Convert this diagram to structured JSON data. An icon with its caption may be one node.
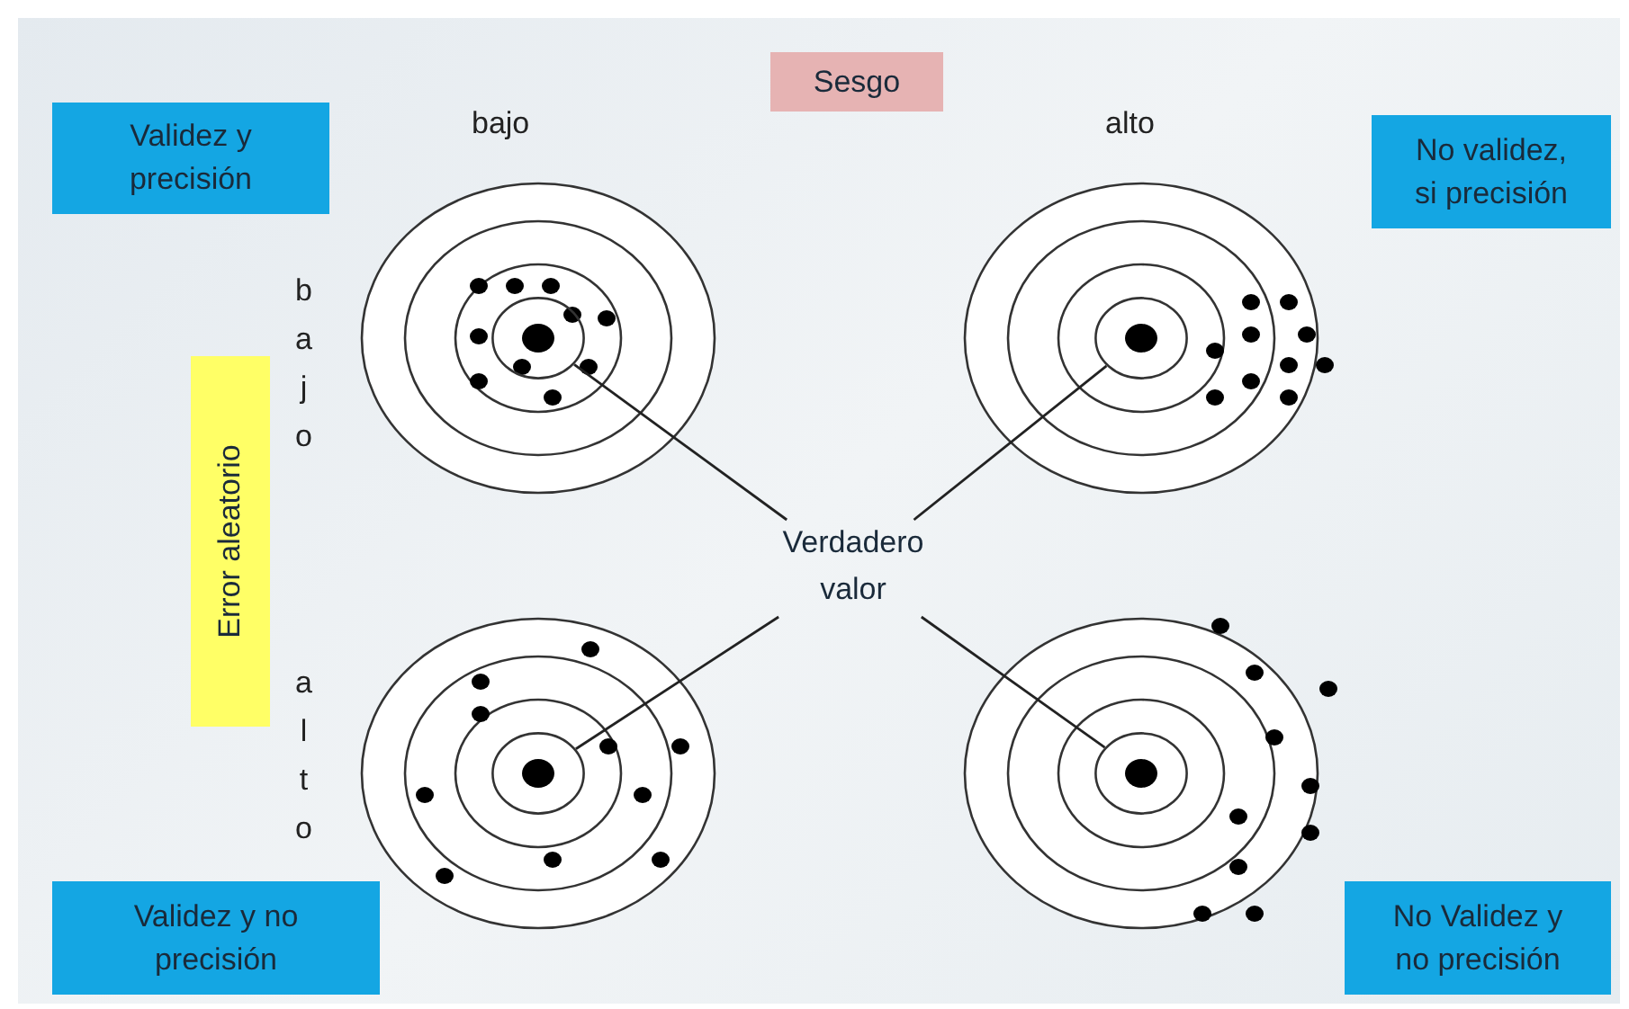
{
  "diagram": {
    "nodes": [
      {
        "text": [
          "Sesgo"
        ]
      },
      {
        "text": [
          "Validez y precisión"
        ]
      },
      {
        "text": [
          "No validez, si precisión"
        ]
      },
      {
        "text": [
          "Error aleatorio"
        ]
      },
      {
        "text": [
          "Validez y no precisión"
        ]
      },
      {
        "text": [
          "No Validez y no precisión"
        ]
      },
      {
        "text": [
          "Verdadero valor"
        ]
      },
      {
        "text": [],
        "shape": "circle"
      },
      {
        "text": [],
        "shape": "circle"
      },
      {
        "text": [],
        "shape": "circle"
      },
      {
        "text": [],
        "shape": "circle"
      }
    ],
    "edges": [
      {
        "from": 6,
        "to": 7,
        "arrow": "none"
      },
      {
        "from": 6,
        "to": 8,
        "arrow": "none"
      },
      {
        "from": 6,
        "to": 9,
        "arrow": "none"
      },
      {
        "from": 6,
        "to": 10,
        "arrow": "none"
      }
    ],
    "labels": [
      "bajo",
      "alto",
      "bajo",
      "alto"
    ]
  }
}
